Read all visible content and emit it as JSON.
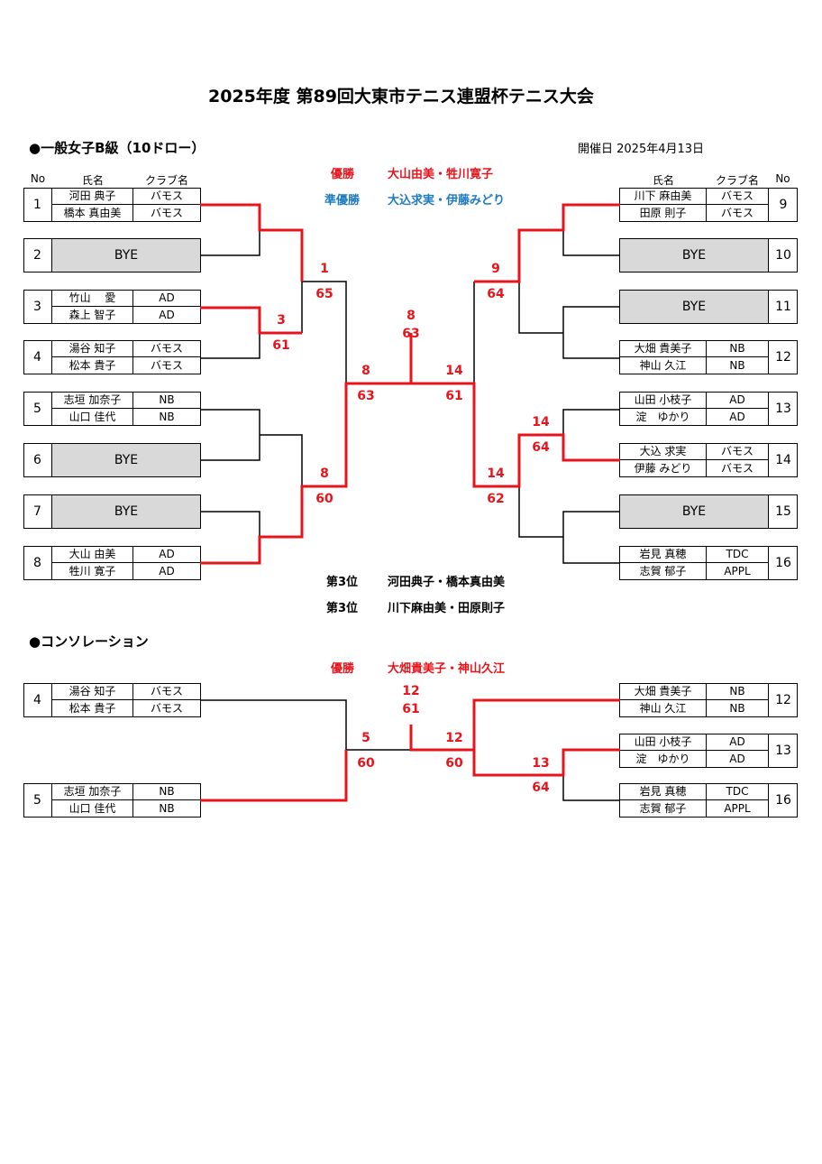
{
  "title": "2025年度 第89回大東市テニス連盟杯テニス大会",
  "main_section": "●一般女子B級（10ドロー）",
  "date": "開催日 2025年4月13日",
  "headers": {
    "no": "No",
    "name": "氏名",
    "club": "クラブ名"
  },
  "results": {
    "winner_label": "優勝",
    "winner": "大山由美・牲川寛子",
    "runnerup_label": "準優勝",
    "runnerup": "大込求実・伊藤みどり",
    "third1_label": "第3位",
    "third1": "河田典子・橋本真由美",
    "third2_label": "第3位",
    "third2": "川下麻由美・田原則子"
  },
  "left_entries": [
    {
      "no": "1",
      "p1": "河田 典子",
      "c1": "バモス",
      "p2": "橋本 真由美",
      "c2": "バモス"
    },
    {
      "no": "2",
      "bye": "BYE"
    },
    {
      "no": "3",
      "p1": "竹山　 愛",
      "c1": "AD",
      "p2": "森上 智子",
      "c2": "AD"
    },
    {
      "no": "4",
      "p1": "湯谷 知子",
      "c1": "バモス",
      "p2": "松本 貴子",
      "c2": "バモス"
    },
    {
      "no": "5",
      "p1": "志垣 加奈子",
      "c1": "NB",
      "p2": "山口 佳代",
      "c2": "NB"
    },
    {
      "no": "6",
      "bye": "BYE"
    },
    {
      "no": "7",
      "bye": "BYE"
    },
    {
      "no": "8",
      "p1": "大山 由美",
      "c1": "AD",
      "p2": "牲川 寛子",
      "c2": "AD"
    }
  ],
  "right_entries": [
    {
      "no": "9",
      "p1": "川下 麻由美",
      "c1": "バモス",
      "p2": "田原 則子",
      "c2": "バモス"
    },
    {
      "no": "10",
      "bye": "BYE"
    },
    {
      "no": "11",
      "bye": "BYE"
    },
    {
      "no": "12",
      "p1": "大畑 貴美子",
      "c1": "NB",
      "p2": "神山 久江",
      "c2": "NB"
    },
    {
      "no": "13",
      "p1": "山田 小枝子",
      "c1": "AD",
      "p2": "淀　ゆかり",
      "c2": "AD"
    },
    {
      "no": "14",
      "p1": "大込 求実",
      "c1": "バモス",
      "p2": "伊藤 みどり",
      "c2": "バモス"
    },
    {
      "no": "15",
      "bye": "BYE"
    },
    {
      "no": "16",
      "p1": "岩見 真穂",
      "c1": "TDC",
      "p2": "志賀 郁子",
      "c2": "APPL"
    }
  ],
  "scores": {
    "s1_w": "1",
    "s1_s": "65",
    "s3_w": "3",
    "s3_s": "61",
    "s8a_w": "8",
    "s8a_s": "60",
    "s8b_w": "8",
    "s8b_s": "63",
    "final_w": "8",
    "final_s": "63",
    "s9_w": "9",
    "s9_s": "64",
    "s14a_w": "14",
    "s14a_s": "64",
    "s14b_w": "14",
    "s14b_s": "62",
    "s14c_w": "14",
    "s14c_s": "61"
  },
  "consolation": {
    "section": "●コンソレーション",
    "winner_label": "優勝",
    "winner": "大畑貴美子・神山久江",
    "entries": [
      {
        "no": "4",
        "p1": "湯谷 知子",
        "c1": "バモス",
        "p2": "松本 貴子",
        "c2": "バモス"
      },
      {
        "no": "5",
        "p1": "志垣 加奈子",
        "c1": "NB",
        "p2": "山口 佳代",
        "c2": "NB"
      },
      {
        "no": "12",
        "p1": "大畑 貴美子",
        "c1": "NB",
        "p2": "神山 久江",
        "c2": "NB"
      },
      {
        "no": "13",
        "p1": "山田 小枝子",
        "c1": "AD",
        "p2": "淀　ゆかり",
        "c2": "AD"
      },
      {
        "no": "16",
        "p1": "岩見 真穂",
        "c1": "TDC",
        "p2": "志賀 郁子",
        "c2": "APPL"
      }
    ],
    "scores": {
      "c5_w": "5",
      "c5_s": "60",
      "c12_w": "12",
      "c12_s": "60",
      "cf_w": "12",
      "cf_s": "61",
      "c13_w": "13",
      "c13_s": "64"
    }
  },
  "colors": {
    "winner_red": "#e8141b",
    "runnerup_blue": "#1f7bc0",
    "bye_gray": "#d9d9d9"
  }
}
